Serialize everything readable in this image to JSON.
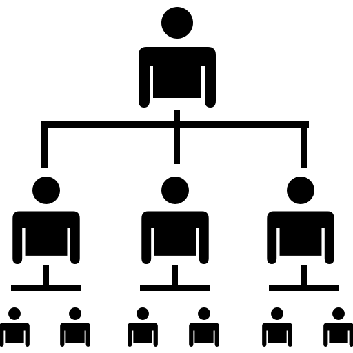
{
  "diagram": {
    "type": "org-chart",
    "fill_color": "#000000",
    "background_color": "#ffffff",
    "levels": 3,
    "nodes": [
      {
        "id": "top",
        "level": 1,
        "parent": null,
        "icon": "person-icon"
      },
      {
        "id": "mid-left",
        "level": 2,
        "parent": "top",
        "icon": "person-icon"
      },
      {
        "id": "mid-center",
        "level": 2,
        "parent": "top",
        "icon": "person-icon"
      },
      {
        "id": "mid-right",
        "level": 2,
        "parent": "top",
        "icon": "person-icon"
      },
      {
        "id": "bottom-1",
        "level": 3,
        "parent": "mid-left",
        "icon": "person-icon"
      },
      {
        "id": "bottom-2",
        "level": 3,
        "parent": "mid-left",
        "icon": "person-icon"
      },
      {
        "id": "bottom-3",
        "level": 3,
        "parent": "mid-center",
        "icon": "person-icon"
      },
      {
        "id": "bottom-4",
        "level": 3,
        "parent": "mid-center",
        "icon": "person-icon"
      },
      {
        "id": "bottom-5",
        "level": 3,
        "parent": "mid-right",
        "icon": "person-icon"
      },
      {
        "id": "bottom-6",
        "level": 3,
        "parent": "mid-right",
        "icon": "person-icon"
      }
    ]
  }
}
